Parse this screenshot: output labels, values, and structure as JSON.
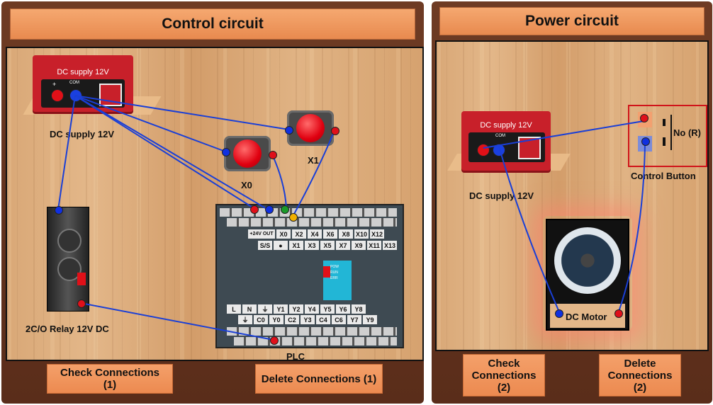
{
  "control": {
    "title": "Control circuit",
    "supply_face": "DC supply 12V",
    "supply_label": "DC supply 12V",
    "x0_label": "X0",
    "x1_label": "X1",
    "relay_label": "2C/O Relay 12V DC",
    "plc_label": "PLC",
    "check_button": "Check Connections\n(1)",
    "delete_button": "Delete Connections (1)",
    "plc_top_row1": [
      "+24V OUT",
      "X0",
      "X2",
      "X4",
      "X6",
      "X8",
      "X10",
      "X12"
    ],
    "plc_top_row2": [
      "S/S",
      "●",
      "X1",
      "X3",
      "X5",
      "X7",
      "X9",
      "X11",
      "X13"
    ],
    "plc_bot_row1": [
      "L",
      "N",
      "⏚",
      "Y1",
      "Y2",
      "Y4",
      "Y5",
      "Y6",
      "Y8"
    ],
    "plc_bot_row2": [
      "⏚",
      "C0",
      "Y0",
      "C2",
      "Y3",
      "C4",
      "C6",
      "Y7",
      "Y9"
    ],
    "supply_plus": "+",
    "supply_com": "COM",
    "plc_status": [
      "POW",
      "RUN",
      "ERR"
    ]
  },
  "power": {
    "title": "Power circuit",
    "supply_face": "DC supply 12V",
    "supply_label": "DC supply 12V",
    "switch_label": "No (R)",
    "control_button_label": "Control Button",
    "motor_label": "DC Motor",
    "check_button": "Check\nConnections\n(2)",
    "delete_button": "Delete\nConnections\n(2)",
    "supply_com": "COM"
  },
  "colors": {
    "wire": "#1a3fd6",
    "terminal_red": "#e0101a",
    "terminal_blue": "#1030e0",
    "terminal_green": "#1a9a2a",
    "terminal_yellow": "#f0b000",
    "button_bg": "#ec8a50"
  }
}
